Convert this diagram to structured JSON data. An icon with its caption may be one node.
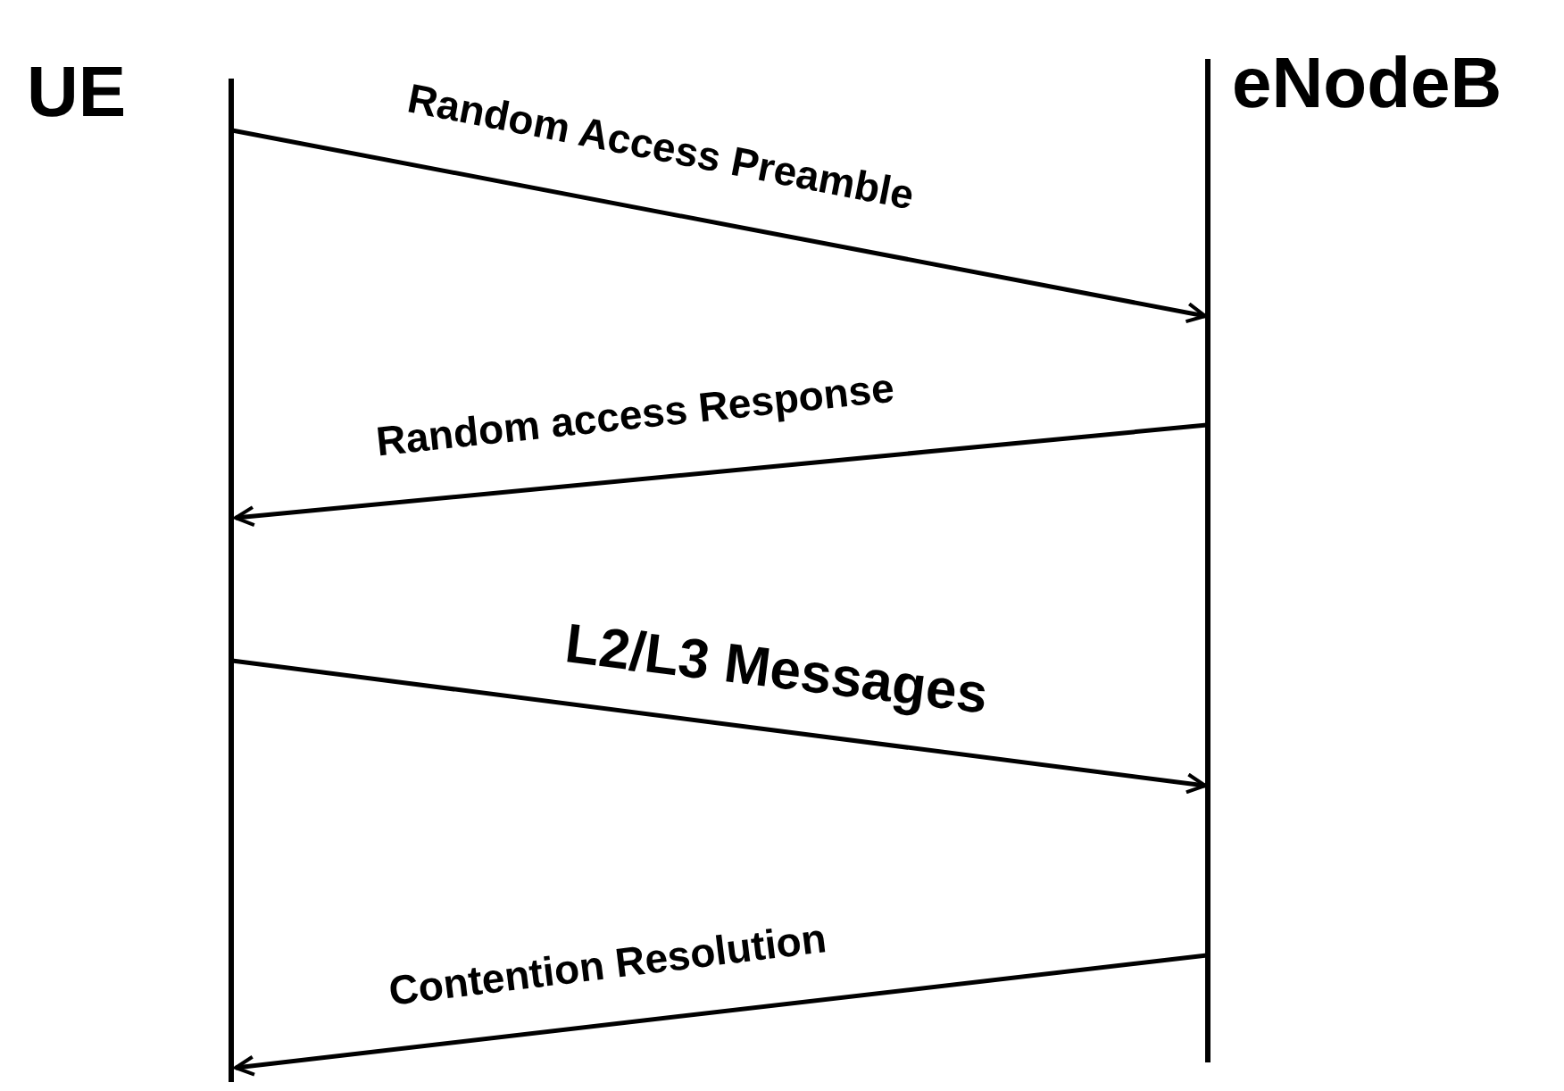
{
  "diagram": {
    "nodes": [
      {
        "text": [
          "UE"
        ]
      },
      {
        "text": [
          "eNodeB"
        ]
      }
    ],
    "edges": [
      {
        "from": 0,
        "to": 1,
        "arrow": "to",
        "label": "Random Access Preamble"
      },
      {
        "from": 1,
        "to": 0,
        "arrow": "to",
        "label": "Random access Response"
      },
      {
        "from": 0,
        "to": 1,
        "arrow": "to",
        "label": "L2/L3 Messages"
      },
      {
        "from": 1,
        "to": 0,
        "arrow": "to",
        "label": "Contention Resolution"
      }
    ]
  }
}
